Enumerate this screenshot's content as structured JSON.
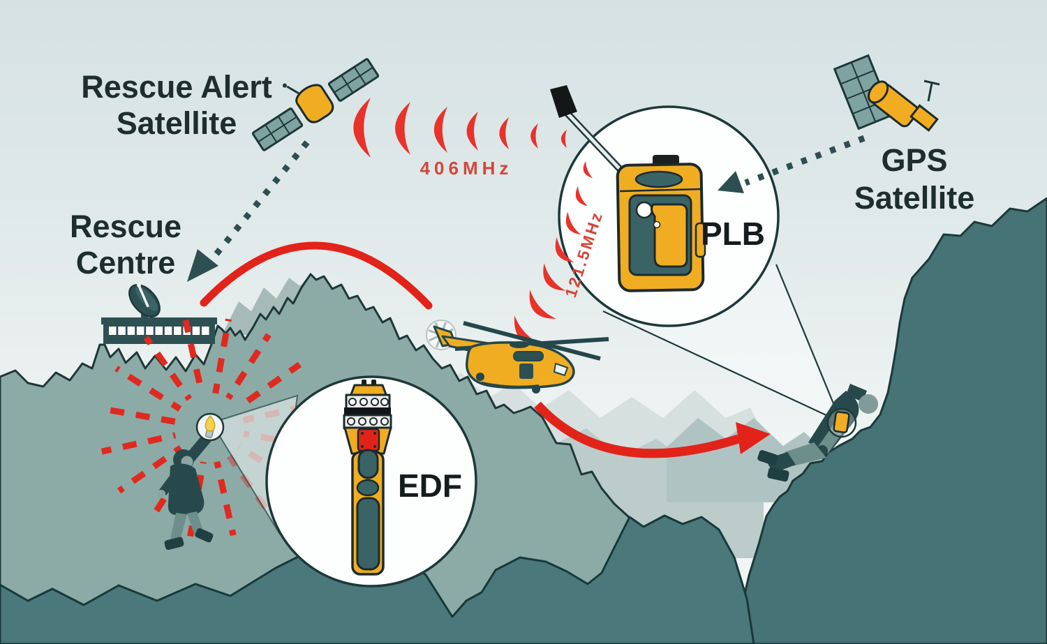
{
  "diagram": {
    "labels": {
      "rescue_alert_satellite": {
        "line1": "Rescue Alert",
        "line2": "Satellite"
      },
      "rescue_centre": {
        "line1": "Rescue",
        "line2": "Centre"
      },
      "gps_satellite": {
        "line1": "GPS",
        "line2": "Satellite"
      },
      "plb": "PLB",
      "edf": "EDF",
      "frequency_distress": "406MHz",
      "frequency_homing": "121.5MHz"
    },
    "colors": {
      "signal_red": "#e2231a",
      "freq_text_red": "#d6453a",
      "device_yellow": "#f0ad22",
      "device_panel_teal": "#3a6366",
      "mountain_mid": "#8caba7",
      "mountain_dark": "#457376",
      "outline_dark": "#1d3839",
      "label_text_dark": "#1e2d2e",
      "sky_top": "#d5e1e3",
      "sky_bottom": "#f3f7f6"
    }
  }
}
